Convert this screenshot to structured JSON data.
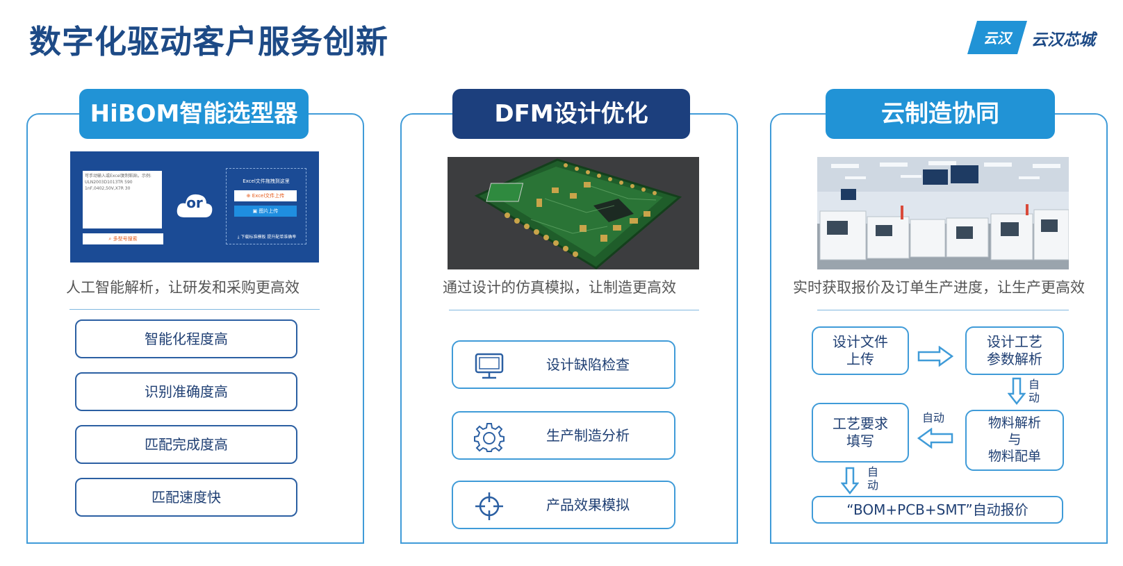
{
  "header": {
    "title": "数字化驱动客户服务创新",
    "logo_mark_text": "云汉",
    "logo_text": "云汉芯城"
  },
  "colors": {
    "primary_blue": "#2193d6",
    "navy": "#1c3f7d",
    "title_blue": "#1d4a86",
    "border_blue": "#3f9bd8"
  },
  "panels": [
    {
      "badge": "HiBOM智能选型器",
      "caption": "人工智能解析，让研发和采购更高效",
      "screenshot": {
        "textarea_lines": [
          "可手动输入或Excel复制粘贴，示例:",
          "ULN2003D1013TR   590",
          "1nF,0402,50V,X7R   30"
        ],
        "search_button": "多型号搜索",
        "or_text": "or",
        "dropzone_title": "Excel文件拖拽到这里",
        "excel_button": "Excel文件上传",
        "image_button": "图片上传",
        "download_link": "下载标准模板 提升配单准确率"
      },
      "items": [
        "智能化程度高",
        "识别准确度高",
        "匹配完成度高",
        "匹配速度快"
      ]
    },
    {
      "badge": "DFM设计优化",
      "caption": "通过设计的仿真模拟，让制造更高效",
      "features": [
        {
          "icon": "monitor-icon",
          "label": "设计缺陷检查"
        },
        {
          "icon": "gear-icon",
          "label": "生产制造分析"
        },
        {
          "icon": "crosshair-icon",
          "label": "产品效果模拟"
        }
      ]
    },
    {
      "badge": "云制造协同",
      "caption": "实时获取报价及订单生产进度，让生产更高效",
      "flow": {
        "step1": "设计文件\n上传",
        "step2": "设计工艺\n参数解析",
        "step3": "物料解析\n与\n物料配单",
        "step4": "工艺要求\n填写",
        "step5": "“BOM+PCB+SMT”自动报价",
        "auto_label": "自动",
        "auto_label_v1": "自\n动",
        "auto_label_v2": "自\n动"
      }
    }
  ]
}
